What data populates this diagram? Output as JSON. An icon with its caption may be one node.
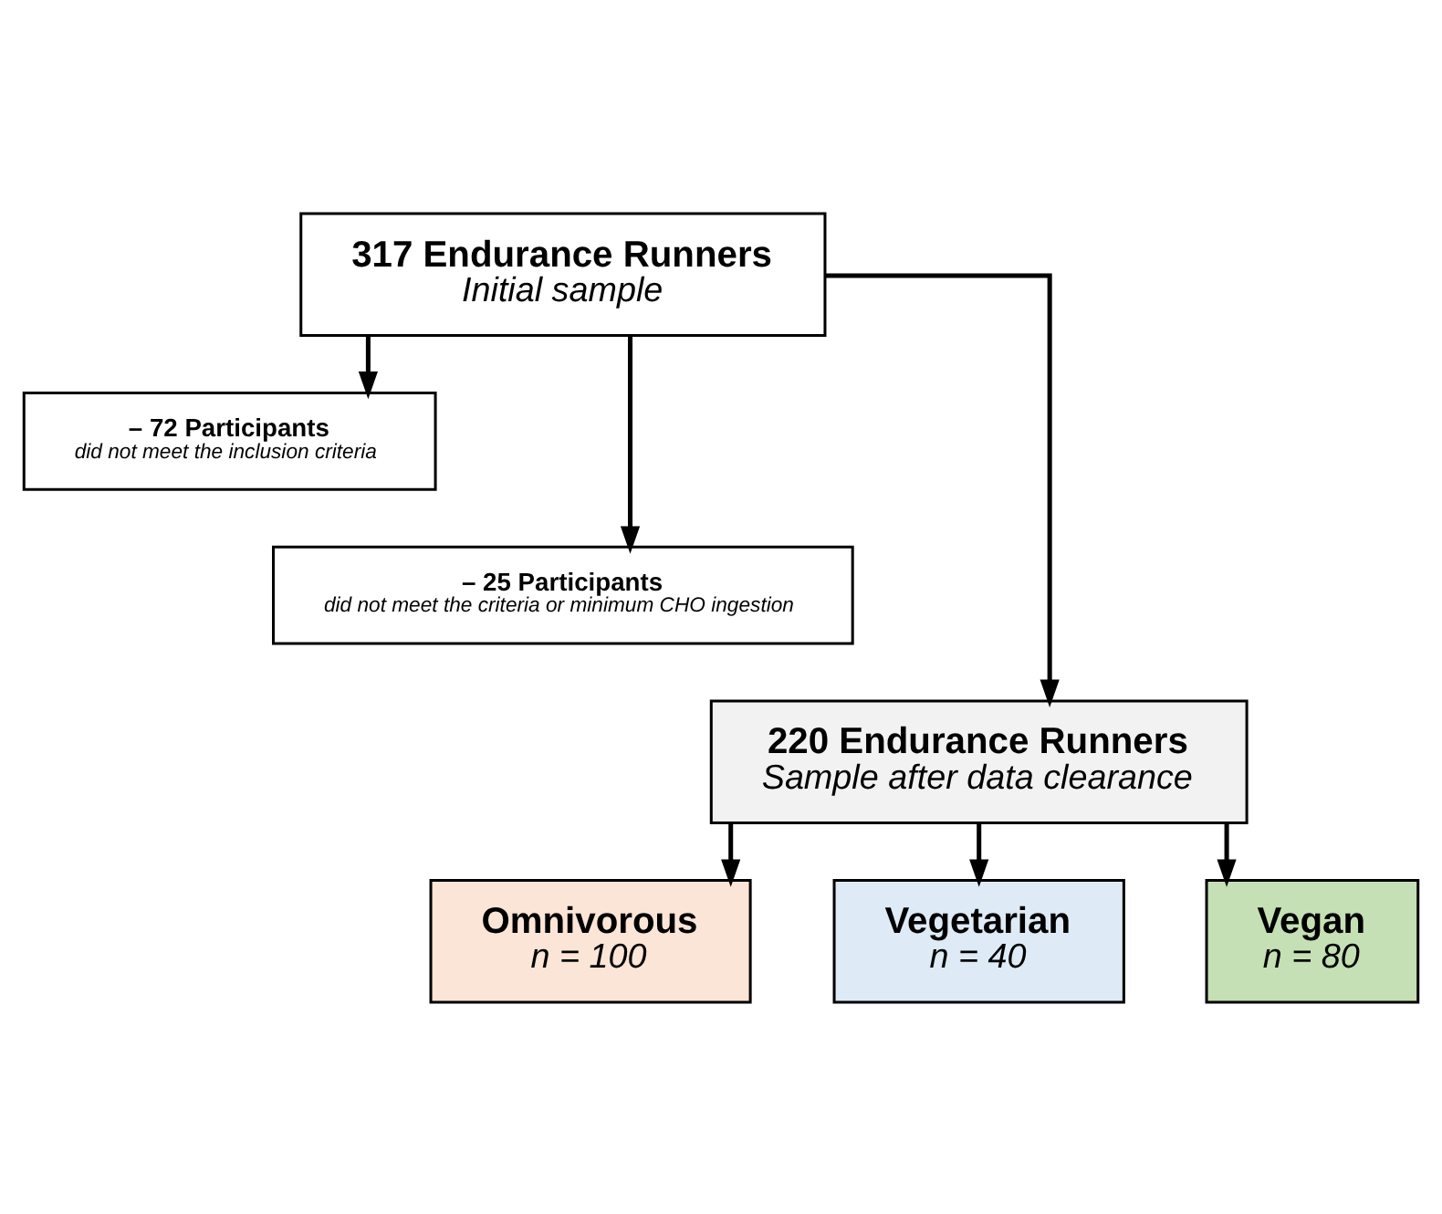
{
  "diagram": {
    "nodes": [
      {
        "text": [
          "317 Endurance Runners",
          "Initial sample"
        ]
      },
      {
        "text": [
          "– 72 Participants",
          "did not meet the inclusion criteria"
        ]
      },
      {
        "text": [
          "– 25 Participants",
          "did not meet the criteria or minimum CHO ingestion"
        ]
      },
      {
        "text": [
          "220 Endurance Runners",
          "Sample after data clearance"
        ]
      },
      {
        "text": [
          "Omnivorous",
          "n = 100"
        ]
      },
      {
        "text": [
          "Vegetarian",
          "n = 40"
        ]
      },
      {
        "text": [
          "Vegan",
          "n = 80"
        ]
      }
    ],
    "edges": [
      {
        "from": 0,
        "to": 1,
        "arrow": "to"
      },
      {
        "from": 0,
        "to": 2,
        "arrow": "to"
      },
      {
        "from": 0,
        "to": 3,
        "arrow": "to"
      },
      {
        "from": 3,
        "to": 4,
        "arrow": "to"
      },
      {
        "from": 3,
        "to": 5,
        "arrow": "to"
      },
      {
        "from": 3,
        "to": 6,
        "arrow": "to"
      }
    ]
  }
}
